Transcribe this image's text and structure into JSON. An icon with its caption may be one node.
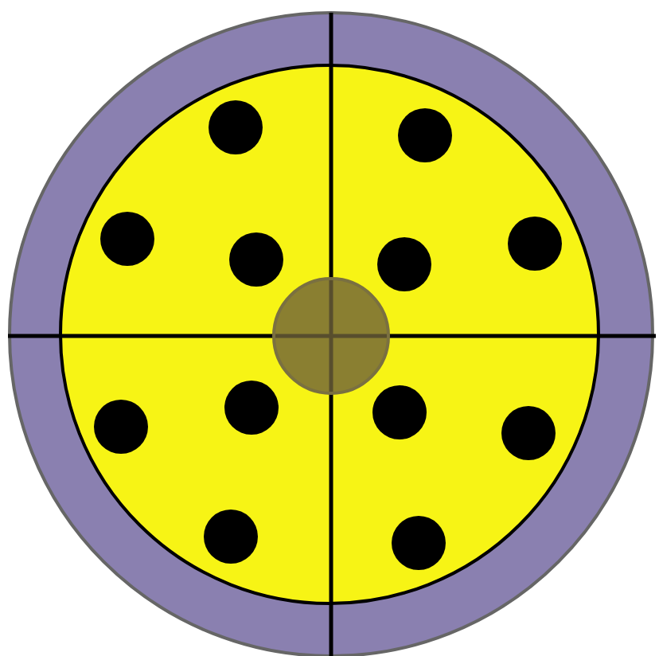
{
  "diagram": {
    "nodes": [
      {
        "text": [],
        "shape": "circle"
      },
      {
        "text": [],
        "shape": "circle",
        "in": 0
      },
      {
        "text": [],
        "shape": "circle",
        "in": 1
      },
      {
        "text": [],
        "shape": "circle",
        "in": 1
      },
      {
        "text": [],
        "shape": "circle",
        "in": 1
      },
      {
        "text": [],
        "shape": "circle",
        "in": 1
      },
      {
        "text": [],
        "shape": "circle",
        "in": 1
      },
      {
        "text": [],
        "shape": "circle",
        "in": 1
      },
      {
        "text": [],
        "shape": "circle",
        "in": 1
      },
      {
        "text": [],
        "shape": "circle",
        "in": 1
      },
      {
        "text": [],
        "shape": "circle",
        "in": 1
      },
      {
        "text": [],
        "shape": "circle",
        "in": 1
      },
      {
        "text": [],
        "shape": "circle",
        "in": 1
      },
      {
        "text": [],
        "shape": "circle",
        "in": 1
      },
      {
        "text": [],
        "shape": "circle",
        "in": 1
      }
    ]
  }
}
